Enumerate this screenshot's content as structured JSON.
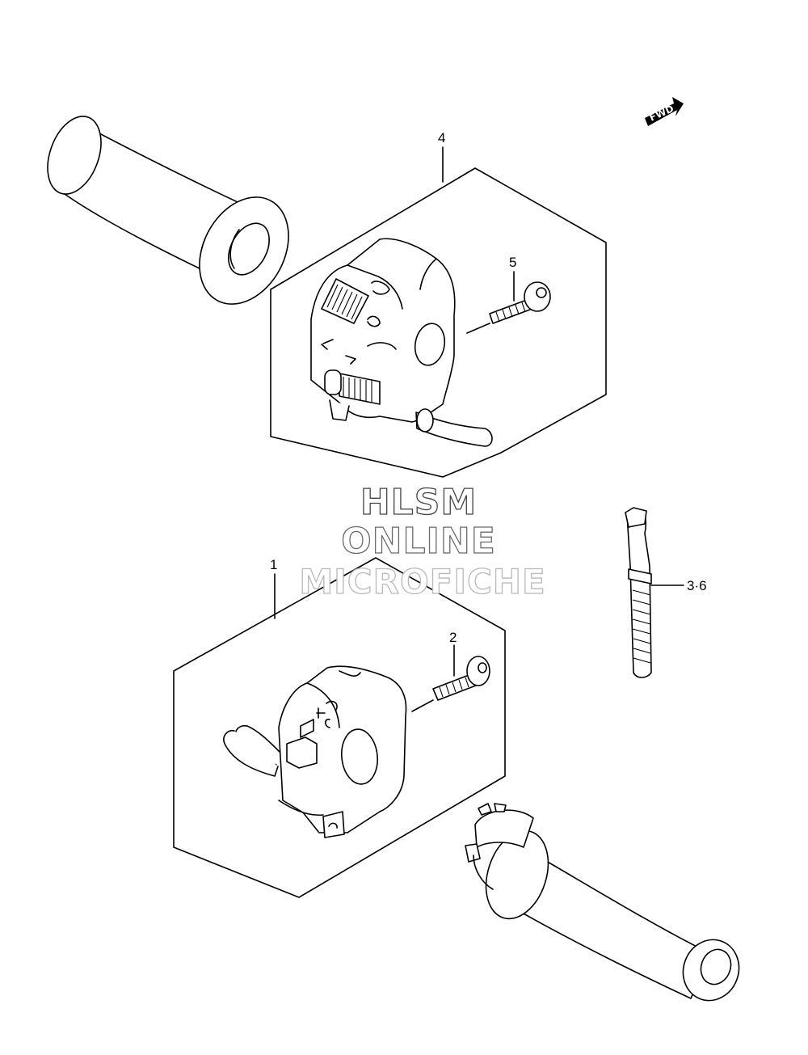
{
  "callouts": {
    "part_1": "1",
    "part_2": "2",
    "part_3_6": "3·6",
    "part_4": "4",
    "part_5": "5"
  },
  "direction_badge": "FWD",
  "watermark": {
    "line1": "HLSM",
    "line2": "ONLINE",
    "line3": "MICROFICHE"
  }
}
